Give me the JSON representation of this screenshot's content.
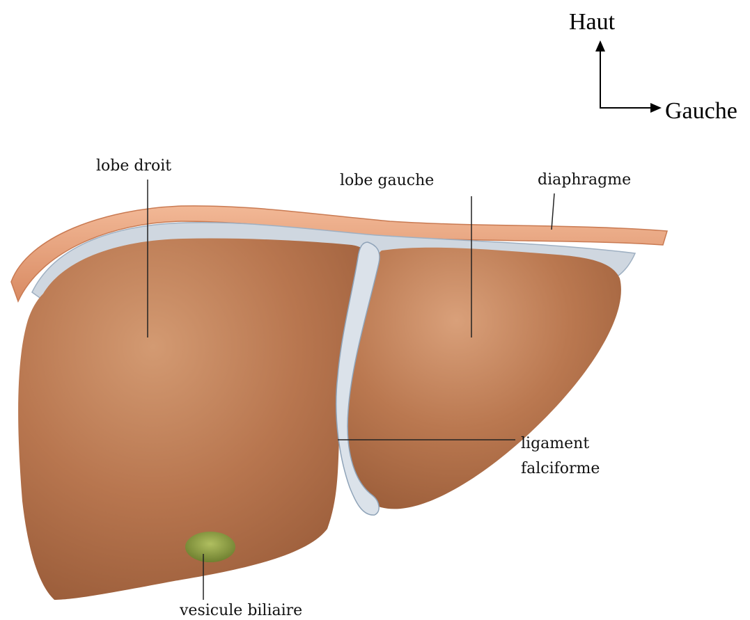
{
  "orientation": {
    "up_label": "Haut",
    "left_label": "Gauche"
  },
  "labels": {
    "right_lobe": "lobe droit",
    "left_lobe": "lobe gauche",
    "diaphragm": "diaphragme",
    "falciform_line1": "ligament",
    "falciform_line2": "falciforme",
    "gallbladder": "vesicule biliaire"
  },
  "colors": {
    "liver": "#b8764f",
    "liver_shadow": "#9c5e3b",
    "capsule": "#c9d2dc",
    "diaphragm": "#e8a47c",
    "gallbladder": "#8fa04a",
    "leader_line": "#222222"
  }
}
